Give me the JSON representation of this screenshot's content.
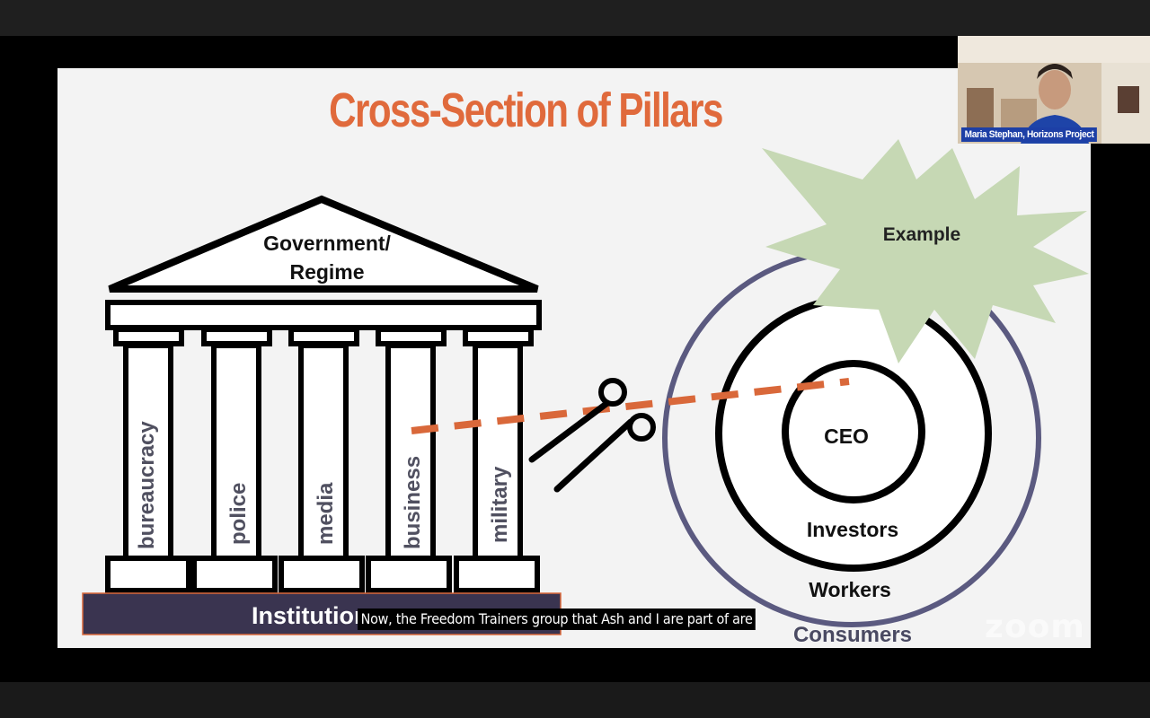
{
  "slide": {
    "title": "Cross-Section of Pillars",
    "temple": {
      "roof_line1": "Government/",
      "roof_line2": "Regime",
      "pillars": [
        "bureaucracy",
        "police",
        "media",
        "business",
        "military"
      ],
      "base_label": "Institutions"
    },
    "circles": {
      "burst_label": "Example",
      "center": "CEO",
      "ring1": "Investors",
      "ring2": "Workers",
      "ring3": "Consumers"
    },
    "colors": {
      "title": "#e06a3c",
      "cut_line": "#d9683a",
      "base_bar": "#3a3450",
      "outer_ring": "#5b5a80",
      "burst": "#c6d8b4"
    }
  },
  "meeting": {
    "caption": "Now, the Freedom Trainers group that Ash and I are part of are",
    "participant_name": "Maria Stephan, Horizons Project",
    "watermark": "zoom"
  }
}
